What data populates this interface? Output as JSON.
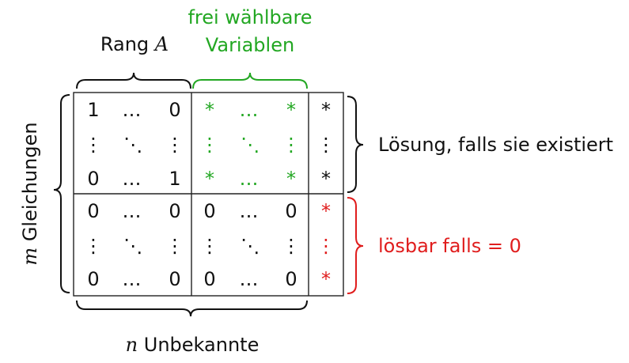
{
  "labels": {
    "rank_prefix": "Rang",
    "rank_var": "A",
    "free_line1": "frei wählbare",
    "free_line2": "Variablen",
    "m_var": "m",
    "m_text": "Gleichungen",
    "n_var": "n",
    "n_text": "Unbekannte",
    "solution": "Lösung, falls sie existiert",
    "solvable": "lösbar falls = 0"
  },
  "matrix": {
    "identity_rows": [
      [
        "1",
        "…",
        "0"
      ],
      [
        "⋮",
        "⋱",
        "⋮"
      ],
      [
        "0",
        "…",
        "1"
      ]
    ],
    "free_rows": [
      [
        "*",
        "…",
        "*"
      ],
      [
        "⋮",
        "⋱",
        "⋮"
      ],
      [
        "*",
        "…",
        "*"
      ]
    ],
    "rhs_top": [
      "*",
      "⋮",
      "*"
    ],
    "zero_rows": [
      [
        "0",
        "…",
        "0"
      ],
      [
        "⋮",
        "⋱",
        "⋮"
      ],
      [
        "0",
        "…",
        "0"
      ]
    ],
    "rhs_bottom": [
      "*",
      "⋮",
      "*"
    ]
  },
  "colors": {
    "green": "#22a722",
    "red": "#e01d1d",
    "black": "#111111"
  }
}
